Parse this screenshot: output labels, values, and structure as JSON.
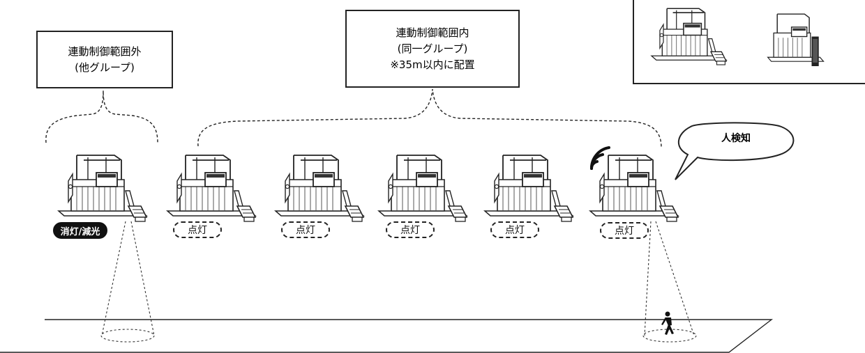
{
  "groups": {
    "outside": {
      "lines": [
        "連動制御範囲外",
        "(他グループ)"
      ]
    },
    "inside": {
      "lines": [
        "連動制御範囲内",
        "(同一グループ)",
        "※35m以内に配置"
      ]
    }
  },
  "speech_bubble": {
    "label": "人検知"
  },
  "fixtures": [
    {
      "status": "消灯/減光",
      "state": "off",
      "has_sensor_cone": true,
      "has_wireless_signal": false
    },
    {
      "status": "点灯",
      "state": "on",
      "has_sensor_cone": false,
      "has_wireless_signal": false
    },
    {
      "status": "点灯",
      "state": "on",
      "has_sensor_cone": false,
      "has_wireless_signal": false
    },
    {
      "status": "点灯",
      "state": "on",
      "has_sensor_cone": false,
      "has_wireless_signal": false
    },
    {
      "status": "点灯",
      "state": "on",
      "has_sensor_cone": false,
      "has_wireless_signal": false
    },
    {
      "status": "点灯",
      "state": "on",
      "has_sensor_cone": true,
      "has_wireless_signal": true
    }
  ],
  "icons": {
    "fixture": "downlight-with-sensor-icon",
    "wireless": "wireless-signal-icon",
    "person": "walking-person-icon"
  },
  "colors": {
    "line": "#222222",
    "off_badge": "#111111",
    "background": "#ffffff"
  }
}
